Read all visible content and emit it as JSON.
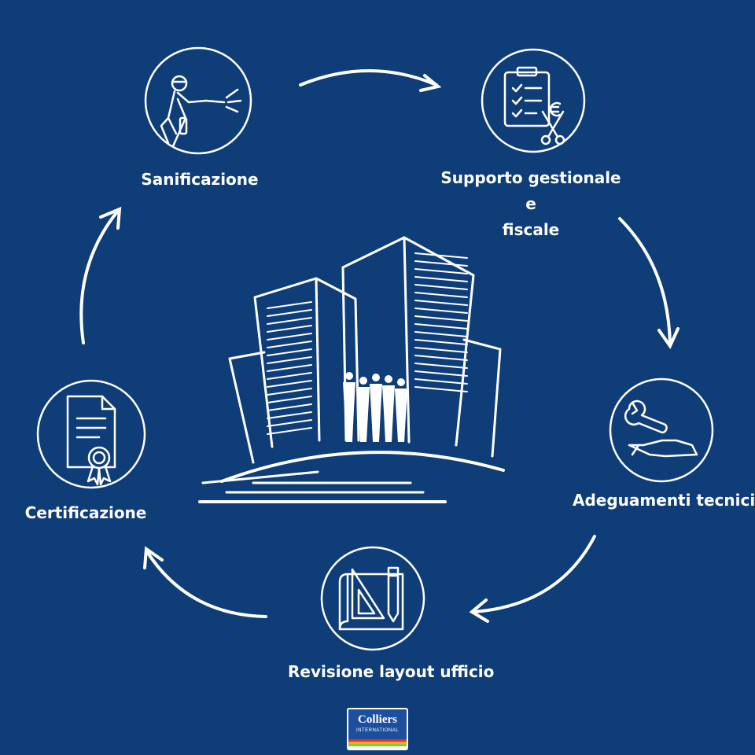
{
  "colors": {
    "background": "#0f3d78",
    "foreground": "#ffffff",
    "logo_blue": "#1d4f9c",
    "logo_stripes": [
      "#e5322d",
      "#f5a623",
      "#8dc63f",
      "#ffffff"
    ]
  },
  "steps": [
    {
      "label": "Sanificazione",
      "icon": "sanitizing-worker-icon"
    },
    {
      "label": "Supporto gestionale e\nfiscale",
      "icon": "clipboard-checklist-icon"
    },
    {
      "label": "Adeguamenti tecnici",
      "icon": "wrench-hand-icon"
    },
    {
      "label": "Revisione layout ufficio",
      "icon": "blueprint-tools-icon"
    },
    {
      "label": "Certificazione",
      "icon": "certificate-icon"
    }
  ],
  "center": {
    "icon": "city-buildings-people-icon"
  },
  "logo": {
    "name": "Colliers",
    "sub": "INTERNATIONAL"
  }
}
